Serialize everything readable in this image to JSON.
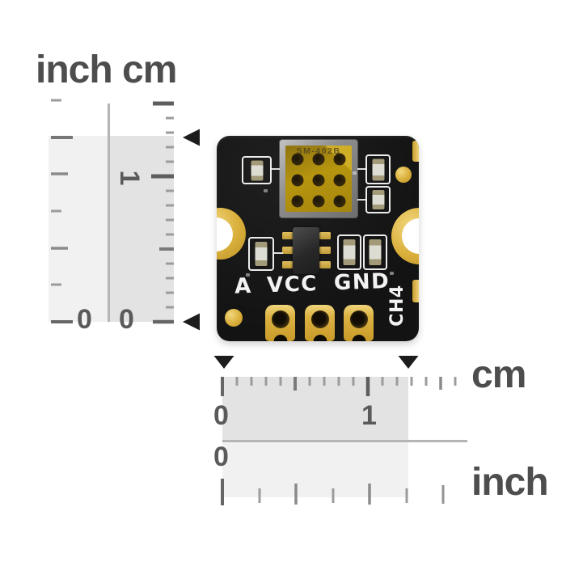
{
  "scale_labels": {
    "top_inch": "inch",
    "top_cm": "cm",
    "vertical": {
      "inch_zero": "0",
      "cm_zero": "0",
      "cm_one": "1"
    },
    "horizontal_cm": {
      "zero": "0",
      "one": "1",
      "unit": "cm"
    },
    "horizontal_inch": {
      "zero": "0",
      "unit": "inch"
    }
  },
  "board": {
    "pin_labels": [
      "A",
      "VCC",
      "GND"
    ],
    "side_label": "CH4",
    "sensor_marking": "SM-402B"
  },
  "colors": {
    "background": "#ffffff",
    "ruler_text": "#4d4d4d",
    "digit_text": "#5a5a5a",
    "tick_minor": "#9c9c9c",
    "tick_major": "#666666",
    "shade_cm": "#e3e3e3",
    "shade_inch": "#f1f1f1",
    "divider_line": "#b5b5b5",
    "marker_triangle": "#1c1c1c",
    "pcb_black": "#161616",
    "pad_gold": "#d9ae3a",
    "sensor_gold": "#b6950f",
    "sensor_frame_gray": "#8d8d8d",
    "silkscreen_white": "#f2f2f2"
  }
}
